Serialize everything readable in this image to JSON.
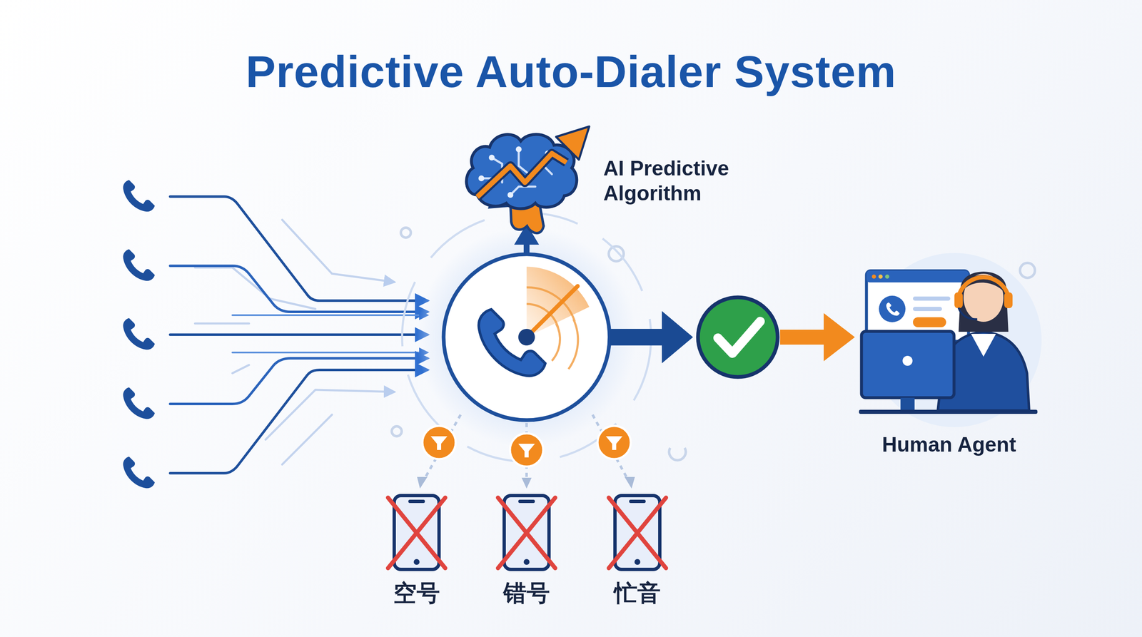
{
  "diagram": {
    "title": "Predictive Auto-Dialer System",
    "nodes": [
      {
        "text": [
          "AI Predictive Algorithm"
        ]
      },
      {
        "text": [
          "Human Agent"
        ]
      },
      {
        "text": [
          "空号"
        ]
      },
      {
        "text": [
          "错号"
        ]
      },
      {
        "text": [
          "忙音"
        ]
      }
    ]
  }
}
